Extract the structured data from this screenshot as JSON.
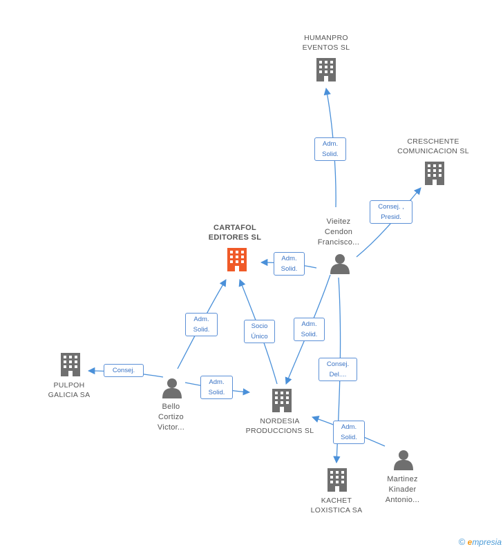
{
  "colors": {
    "edge": "#4a90d9",
    "building": "#6f6f6f",
    "main_building": "#f05a28",
    "person": "#6f6f6f"
  },
  "nodes": {
    "humanpro": {
      "label": "HUMANPRO\nEVENTOS  SL",
      "icon": "building-icon"
    },
    "crescente": {
      "label": "CRESCHENTE\nCOMUNICACION SL",
      "icon": "building-icon"
    },
    "cartafol": {
      "label": "CARTAFOL\nEDITORES SL",
      "icon": "building-icon"
    },
    "vieitez": {
      "label": "Vieitez\nCendon\nFrancisco...",
      "icon": "person-icon"
    },
    "pulpoh": {
      "label": "PULPOH\nGALICIA SA",
      "icon": "building-icon"
    },
    "bello": {
      "label": "Bello\nCortizo\nVictor...",
      "icon": "person-icon"
    },
    "nordesia": {
      "label": "NORDESIA\nPRODUCCIONS SL",
      "icon": "building-icon"
    },
    "martinez": {
      "label": "Martinez\nKinader\nAntonio...",
      "icon": "person-icon"
    },
    "kachet": {
      "label": "KACHET\nLOXISTICA SA",
      "icon": "building-icon"
    }
  },
  "relations": {
    "vieitez_humanpro": "Adm.\nSolid.",
    "vieitez_crescente": "Consej. ,\nPresid.",
    "vieitez_cartafol": "Adm.\nSolid.",
    "vieitez_nordesia": "Adm.\nSolid.",
    "vieitez_kachet": "Consej.\nDel....",
    "bello_cartafol": "Adm.\nSolid.",
    "nordesia_cartafol": "Socio\nÚnico",
    "bello_pulpoh": "Consej.",
    "bello_nordesia": "Adm.\nSolid.",
    "martinez_nordesia": "Adm.\nSolid."
  },
  "footer": {
    "copyright": "©",
    "brand_initial": "e",
    "brand_rest": "mpresia"
  }
}
